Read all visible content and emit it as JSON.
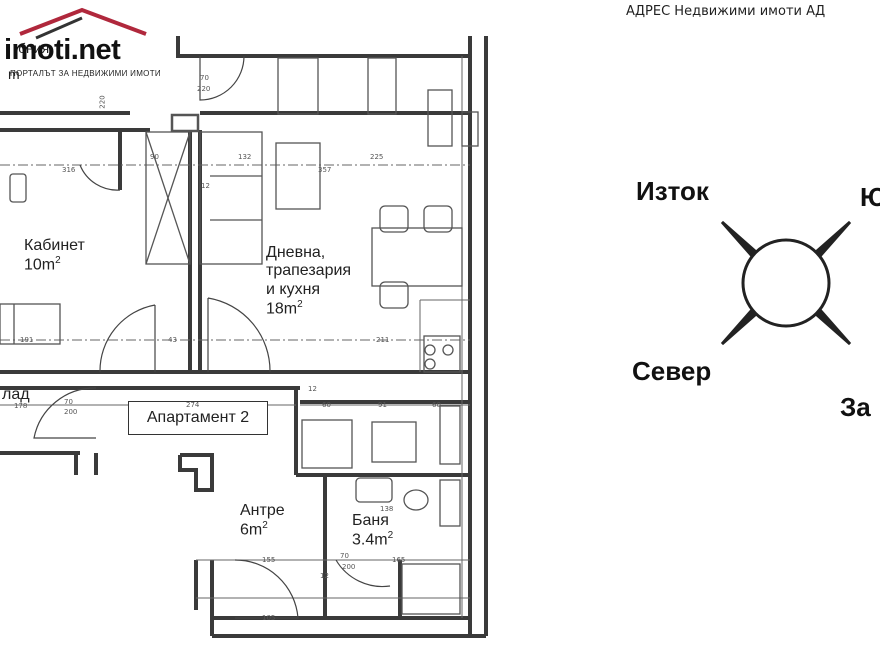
{
  "header": {
    "agency": "АДРЕС Недвижими имоти АД",
    "logo_text": "imoti.net",
    "logo_tagline": "ПОРТАЛЪТ ЗА НЕДВИЖИМИ ИМОТИ",
    "logo_partial_top": "бния",
    "logo_partial_unit": "m"
  },
  "rooms": {
    "office_name": "Кабинет",
    "office_area": "10m",
    "living_line1": "Дневна,",
    "living_line2": "трапезария",
    "living_line3": "и кухня",
    "living_area": "18m",
    "entry_name": "Антре",
    "entry_area": "6m",
    "bath_name": "Баня",
    "bath_area": "3.4m",
    "partial_left": "лад",
    "superscript": "2"
  },
  "apartment_label": "Апартамент 2",
  "compass": {
    "east": "Изток",
    "south_partial": "Ю",
    "north": "Север",
    "west_partial": "За"
  },
  "dimensions": {
    "d_316": "316",
    "d_90": "90",
    "d_132": "132",
    "d_357": "357",
    "d_225": "225",
    "d_12a": "12",
    "d_70_220": "70",
    "d_220": "220",
    "d_220b": "220",
    "d_191": "191",
    "d_43": "43",
    "d_211": "211",
    "d_274": "274",
    "d_60": "60",
    "d_91": "91",
    "d_60b": "60",
    "d_70_200": "70",
    "d_200": "200",
    "d_178": "178",
    "d_138": "138",
    "d_155": "155",
    "d_165": "165",
    "d_105": "105",
    "d_70_200b": "70",
    "d_200b": "200",
    "d_12b": "12",
    "d_12c": "12"
  },
  "colors": {
    "wall": "#3a3a3a",
    "furniture": "#555555",
    "dimension": "#666666",
    "logo_roof": "#b0283c"
  }
}
